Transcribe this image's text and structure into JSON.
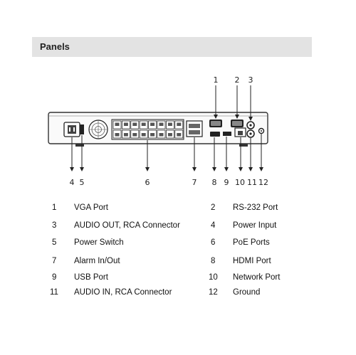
{
  "section": {
    "title": "Panels"
  },
  "callouts": {
    "top": [
      "1",
      "2",
      "3"
    ],
    "bottom": [
      "4",
      "5",
      "6",
      "7",
      "8",
      "9",
      "10",
      "11",
      "12"
    ]
  },
  "legend": [
    {
      "num": "1",
      "label": "VGA Port"
    },
    {
      "num": "2",
      "label": "RS-232 Port"
    },
    {
      "num": "3",
      "label": "AUDIO OUT, RCA Connector"
    },
    {
      "num": "4",
      "label": "Power Input"
    },
    {
      "num": "5",
      "label": "Power Switch"
    },
    {
      "num": "6",
      "label": "PoE Ports"
    },
    {
      "num": "7",
      "label": "Alarm In/Out"
    },
    {
      "num": "8",
      "label": "HDMI Port"
    },
    {
      "num": "9",
      "label": "USB Port"
    },
    {
      "num": "10",
      "label": "Network Port"
    },
    {
      "num": "11",
      "label": "AUDIO IN, RCA Connector"
    },
    {
      "num": "12",
      "label": "Ground"
    }
  ]
}
